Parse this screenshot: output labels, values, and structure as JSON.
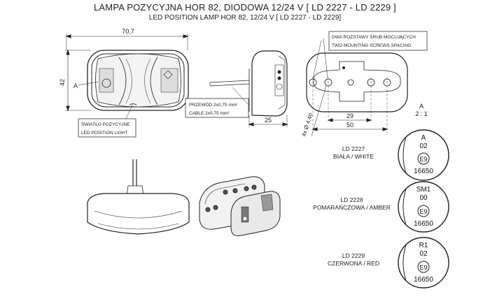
{
  "title_pl": "LAMPA POZYCYJNA HOR 82, DIODOWA 12/24 V [ LD 2227 - LD 2229 ]",
  "title_en": "LED POSITION LAMP HOR 82, 12/24 V [ LD 2227 - LD 2229]",
  "dims": {
    "width": "70,7",
    "height": "42",
    "depth": "25",
    "a_label": "A",
    "holes": "4x  Ø 4,40",
    "spacing_inner": "29",
    "spacing_outer": "50",
    "scale_label": "A",
    "scale": "2 : 1"
  },
  "callouts": {
    "screws_pl": "DWA ROZSTAWY ŚRUB MOCUJĄCYCH",
    "screws_en": "TWO MOUNTING SCREWS SPACING",
    "cable_pl": "PRZEWÓD 2x0,75 mm²",
    "cable_en": "CABLE 2x0,75 mm²",
    "light_pl": "ŚWIATŁO POZYCYJNE",
    "light_en": "LED POSITION LIGHT"
  },
  "variants": [
    {
      "code": "LD 2227",
      "color": "BIAŁA / WHITE",
      "mark": "A",
      "line2": "02",
      "approval": "E9",
      "number": "16650"
    },
    {
      "code": "LD 2228",
      "color": "POMARAŃCZOWA / AMBER",
      "mark": "SM1",
      "line2": "00",
      "approval": "E9",
      "number": "16650"
    },
    {
      "code": "LD 2229",
      "color": "CZERWONA / RED",
      "mark": "R1",
      "line2": "02",
      "approval": "E9",
      "number": "16650"
    }
  ]
}
